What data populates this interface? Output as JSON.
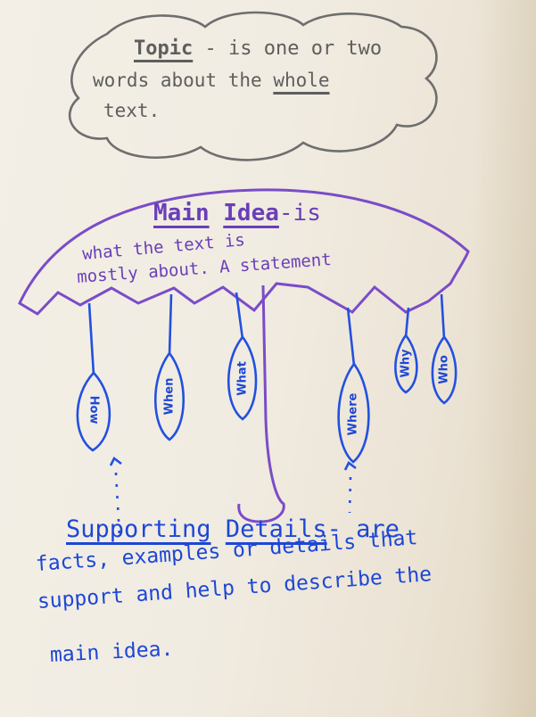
{
  "topic": {
    "term": "Topic",
    "definition_line1": "- is one or two",
    "line2_start": "words about the",
    "line2_emph": "whole",
    "line3": "text."
  },
  "main_idea": {
    "term_part1": "Main",
    "term_part2": "Idea",
    "term_suffix": "-is",
    "line1": "what the text is",
    "line2": "mostly about. A statement"
  },
  "drops": [
    "How",
    "When",
    "What",
    "Where",
    "Why",
    "Who"
  ],
  "supporting": {
    "term_part1": "Supporting",
    "term_part2": "Details",
    "term_suffix": "- are",
    "line1": "facts, examples or details that",
    "line2": "support and help to describe the",
    "line3": "main idea."
  },
  "colors": {
    "gray": "#5e5e5e",
    "purple": "#6a3fb8",
    "blue": "#1d47d6"
  }
}
